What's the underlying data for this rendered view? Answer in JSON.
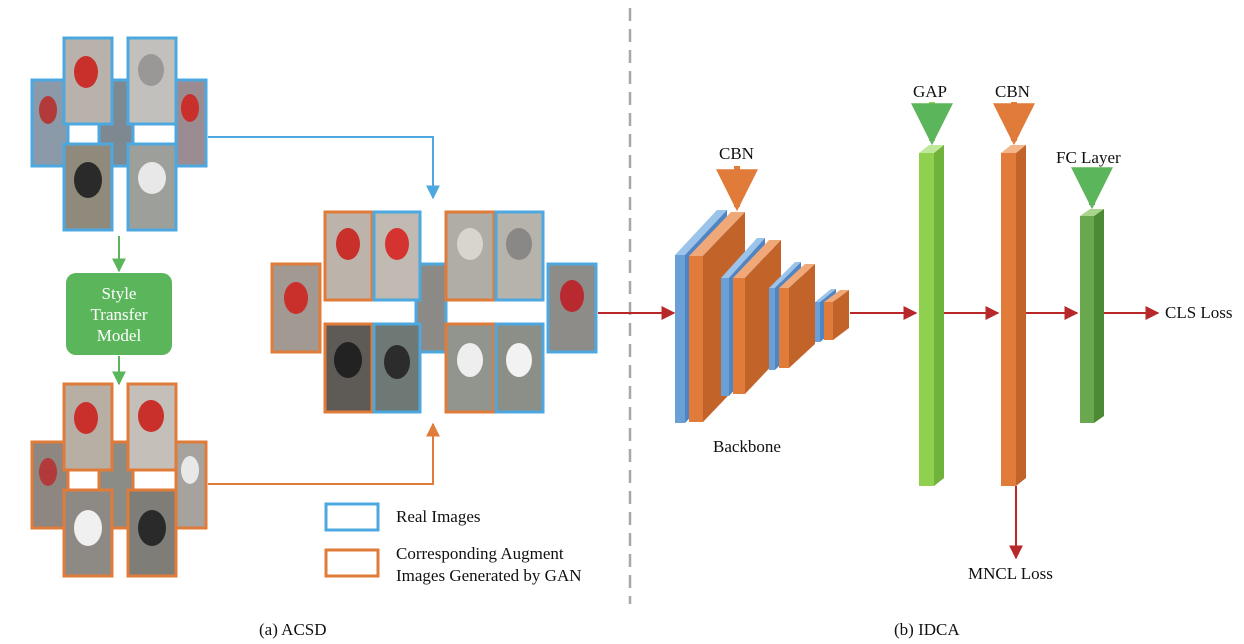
{
  "acsd": {
    "style_box_lines": [
      "Style",
      "Transfer",
      "Model"
    ],
    "legend": {
      "real": "Real Images",
      "augment_line1": "Corresponding Augment",
      "augment_line2": "Images Generated by GAN"
    },
    "caption": "(a) ACSD"
  },
  "idca": {
    "cbn_backbone": "CBN",
    "backbone": "Backbone",
    "gap": "GAP",
    "cbn_top": "CBN",
    "fc_layer": "FC Layer",
    "cls_loss": "CLS Loss",
    "mncl_loss": "MNCL Loss",
    "caption": "(b) IDCA"
  },
  "colors": {
    "real_blue": "#4ea8e0",
    "gan_orange": "#e07b39",
    "style_green": "#5bb55b",
    "arrow_red": "#b8282a",
    "gap_green": "#8fd14f",
    "fc_green": "#6aa84f",
    "cbn_orange": "#e07b39",
    "cbn_blue": "#6a9fd8"
  }
}
